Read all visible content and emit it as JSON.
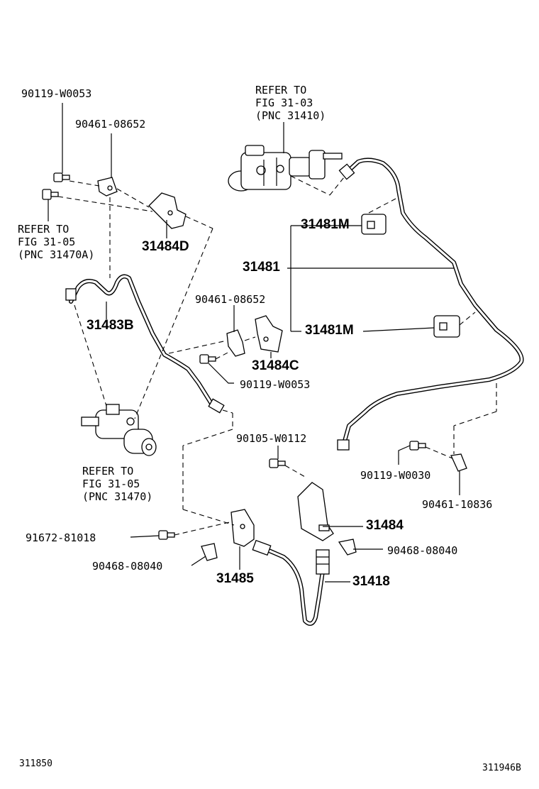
{
  "labels": {
    "p90119_w0053_top": "90119-W0053",
    "p90461_08652_top": "90461-08652",
    "refer_3103": "REFER TO\nFIG 31-03\n(PNC 31410)",
    "refer_3105a": "REFER TO\nFIG 31-05\n(PNC 31470A)",
    "p31484d": "31484D",
    "p31481m_top": "31481M",
    "p31481": "31481",
    "p31483b": "31483B",
    "p90461_08652_mid": "90461-08652",
    "p31481m_mid": "31481M",
    "p31484c": "31484C",
    "p90119_w0053_mid": "90119-W0053",
    "p90105_w0112": "90105-W0112",
    "refer_3105": "REFER TO\nFIG 31-05\n(PNC 31470)",
    "p90119_w0030": "90119-W0030",
    "p90461_10836": "90461-10836",
    "p31484": "31484",
    "p91672_81018": "91672-81018",
    "p90468_08040_right": "90468-08040",
    "p90468_08040_left": "90468-08040",
    "p31485": "31485",
    "p31418": "31418",
    "code_left": "311850",
    "code_right": "311946B"
  }
}
